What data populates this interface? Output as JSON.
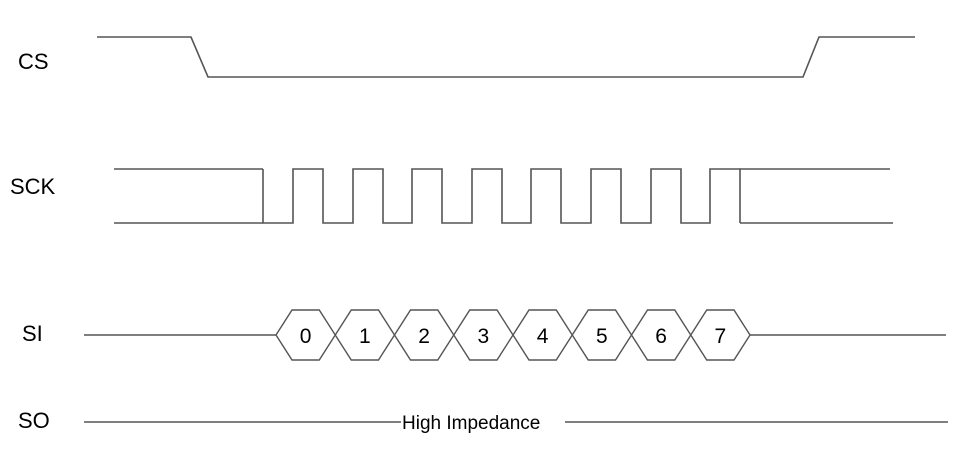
{
  "signals": {
    "cs_label": "CS",
    "sck_label": "SCK",
    "si_label": "SI",
    "so_label": "SO"
  },
  "si_bits": [
    "0",
    "1",
    "2",
    "3",
    "4",
    "5",
    "6",
    "7"
  ],
  "so_note": "High Impedance",
  "colors": {
    "line": "#555555",
    "text": "#000000",
    "background": "#ffffff"
  }
}
